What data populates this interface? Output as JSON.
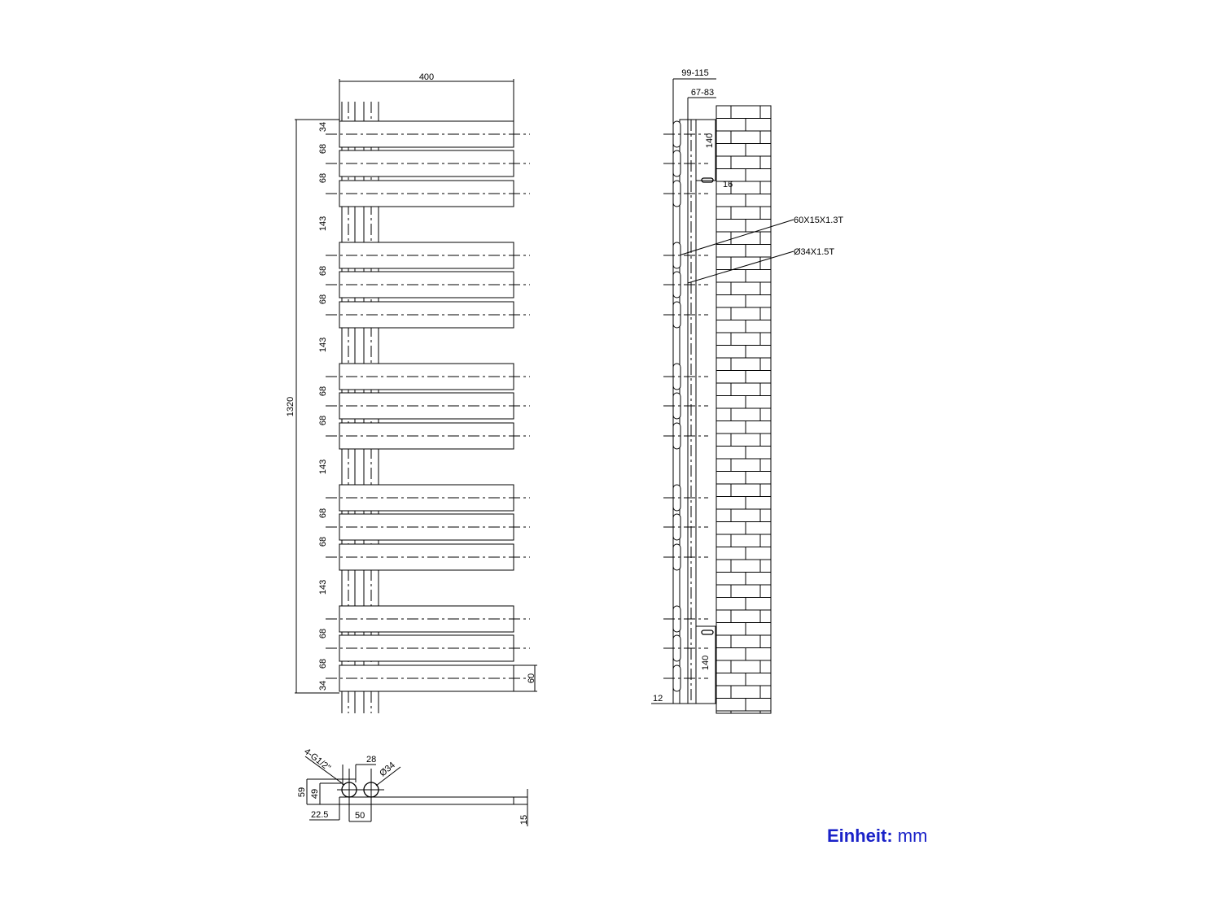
{
  "front_view": {
    "width_label": "400",
    "height_label": "1320",
    "bar_height_label": "60",
    "spacing_labels": [
      "34",
      "68",
      "68",
      "143",
      "68",
      "68",
      "143",
      "68",
      "68",
      "143",
      "68",
      "68",
      "143",
      "68",
      "68",
      "34"
    ],
    "bar_groups": 5,
    "bars_per_group": 3
  },
  "side_view": {
    "depth_outer": "99-115",
    "depth_inner": "67-83",
    "bracket_top": "140",
    "bracket_bottom": "140",
    "bracket_width": "16",
    "offset": "12",
    "bar_spec": "60X15X1.3T",
    "pipe_spec": "Ø34X1.5T"
  },
  "connection_view": {
    "thread": "4-G1/2\"",
    "pipe_gap": "28",
    "pipe_diameter": "Ø34",
    "height_outer": "59",
    "height_inner": "49",
    "offset": "22.5",
    "center_distance": "50",
    "thickness": "15"
  },
  "unit": {
    "label": "Einheit:",
    "value": "mm",
    "color": "#1a22c8"
  }
}
